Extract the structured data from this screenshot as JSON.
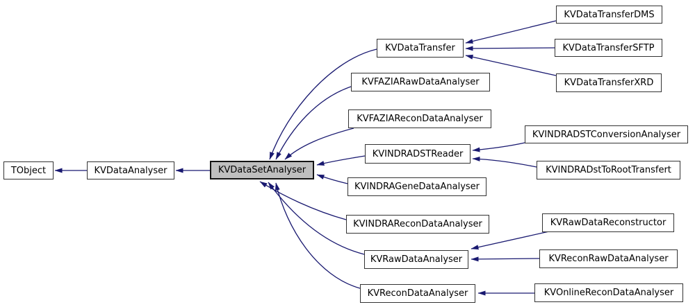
{
  "diagram": {
    "kind": "class-inheritance-graph",
    "arrow_color": "#191970",
    "node_fill": "#ffffff",
    "highlight_fill": "#bfbfbf",
    "nodes": [
      {
        "id": "tobject",
        "label": "TObject",
        "highlighted": false
      },
      {
        "id": "kvdataanalyser",
        "label": "KVDataAnalyser",
        "highlighted": false
      },
      {
        "id": "kvdatasetanalyser",
        "label": "KVDataSetAnalyser",
        "highlighted": true
      },
      {
        "id": "kvdatatransfer",
        "label": "KVDataTransfer",
        "highlighted": false
      },
      {
        "id": "kvfaziarawdataanalyser",
        "label": "KVFAZIARawDataAnalyser",
        "highlighted": false
      },
      {
        "id": "kvfaziarecondataanalyser",
        "label": "KVFAZIAReconDataAnalyser",
        "highlighted": false
      },
      {
        "id": "kvindradstreader",
        "label": "KVINDRADSTReader",
        "highlighted": false
      },
      {
        "id": "kvindragenedataanalyser",
        "label": "KVINDRAGeneDataAnalyser",
        "highlighted": false
      },
      {
        "id": "kvindrarecondataanalyser",
        "label": "KVINDRAReconDataAnalyser",
        "highlighted": false
      },
      {
        "id": "kvrawdataanalyser",
        "label": "KVRawDataAnalyser",
        "highlighted": false
      },
      {
        "id": "kvrecondataanalyser",
        "label": "KVReconDataAnalyser",
        "highlighted": false
      },
      {
        "id": "kvdatatransferdms",
        "label": "KVDataTransferDMS",
        "highlighted": false
      },
      {
        "id": "kvdatatransfersftp",
        "label": "KVDataTransferSFTP",
        "highlighted": false
      },
      {
        "id": "kvdatatransferxrd",
        "label": "KVDataTransferXRD",
        "highlighted": false
      },
      {
        "id": "kvindradstconversionanalyser",
        "label": "KVINDRADSTConversionAnalyser",
        "highlighted": false
      },
      {
        "id": "kvindradsttoroottransfert",
        "label": "KVINDRADstToRootTransfert",
        "highlighted": false
      },
      {
        "id": "kvrawdatareconstructor",
        "label": "KVRawDataReconstructor",
        "highlighted": false
      },
      {
        "id": "kvreconrawdataanalyser",
        "label": "KVReconRawDataAnalyser",
        "highlighted": false
      },
      {
        "id": "kvonlinerecondataanalyser",
        "label": "KVOnlineReconDataAnalyser",
        "highlighted": false
      }
    ],
    "edges": [
      {
        "from": "KVDataAnalyser",
        "to": "TObject"
      },
      {
        "from": "KVDataSetAnalyser",
        "to": "KVDataAnalyser"
      },
      {
        "from": "KVDataTransfer",
        "to": "KVDataSetAnalyser"
      },
      {
        "from": "KVFAZIARawDataAnalyser",
        "to": "KVDataSetAnalyser"
      },
      {
        "from": "KVFAZIAReconDataAnalyser",
        "to": "KVDataSetAnalyser"
      },
      {
        "from": "KVINDRADSTReader",
        "to": "KVDataSetAnalyser"
      },
      {
        "from": "KVINDRAGeneDataAnalyser",
        "to": "KVDataSetAnalyser"
      },
      {
        "from": "KVINDRAReconDataAnalyser",
        "to": "KVDataSetAnalyser"
      },
      {
        "from": "KVRawDataAnalyser",
        "to": "KVDataSetAnalyser"
      },
      {
        "from": "KVReconDataAnalyser",
        "to": "KVDataSetAnalyser"
      },
      {
        "from": "KVDataTransferDMS",
        "to": "KVDataTransfer"
      },
      {
        "from": "KVDataTransferSFTP",
        "to": "KVDataTransfer"
      },
      {
        "from": "KVDataTransferXRD",
        "to": "KVDataTransfer"
      },
      {
        "from": "KVINDRADSTConversionAnalyser",
        "to": "KVINDRADSTReader"
      },
      {
        "from": "KVINDRADstToRootTransfert",
        "to": "KVINDRADSTReader"
      },
      {
        "from": "KVRawDataReconstructor",
        "to": "KVRawDataAnalyser"
      },
      {
        "from": "KVReconRawDataAnalyser",
        "to": "KVRawDataAnalyser"
      },
      {
        "from": "KVOnlineReconDataAnalyser",
        "to": "KVReconDataAnalyser"
      }
    ]
  }
}
